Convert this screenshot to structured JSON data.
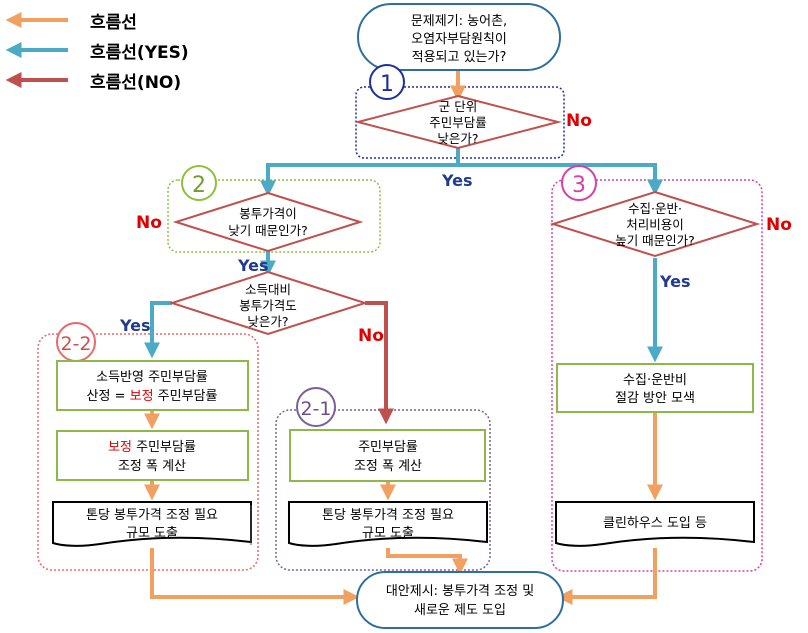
{
  "legend": {
    "flow": "흐름선",
    "flow_yes": "흐름선(YES)",
    "flow_no": "흐름선(NO)"
  },
  "colors": {
    "flow": "#f0a060",
    "yes": "#4baac6",
    "no": "#c0504d",
    "box_border": "#8db94b",
    "start_border": "#2e6f9e",
    "label_yes": "#1f3a8f",
    "label_no": "#e00000",
    "group1": "#1d2f9e",
    "group2": "#8fbf3c",
    "group3": "#d63fa8",
    "group2_2": "#e86a6a",
    "group2_1": "#7a5fa0"
  },
  "start": {
    "lines": [
      "문제제기: 농어촌,",
      "오염자부담원칙이",
      "적용되고 있는가?"
    ]
  },
  "group1": {
    "num": "1"
  },
  "decision1": {
    "lines": [
      "군 단위",
      "주민부담률",
      "낮은가?"
    ]
  },
  "group2": {
    "num": "2"
  },
  "decision2": {
    "lines": [
      "봉투가격이",
      "낮기 때문인가?"
    ]
  },
  "decision2b": {
    "lines": [
      "소득대비",
      "봉투가격도",
      "낮은가?"
    ]
  },
  "group2_2": {
    "num": "2-2",
    "box1": {
      "line1": "소득반영 주민부담률",
      "line2_pre": "산정 = ",
      "line2_red": "보정",
      "line2_post": " 주민부담률"
    },
    "box2": {
      "line1_red": "보정",
      "line1_post": " 주민부담률",
      "line2": "조정 폭 계산"
    },
    "doc": {
      "lines": [
        "톤당 봉투가격 조정 필요",
        "규모 도출"
      ]
    }
  },
  "group2_1": {
    "num": "2-1",
    "box1": {
      "lines": [
        "주민부담률",
        "조정 폭 계산"
      ]
    },
    "doc": {
      "lines": [
        "톤당 봉투가격 조정 필요",
        "규모 도출"
      ]
    }
  },
  "group3": {
    "num": "3",
    "decision": {
      "lines": [
        "수집·운반·",
        "처리비용이",
        "높기 때문인가?"
      ]
    },
    "box1": {
      "lines": [
        "수집·운반비",
        "절감 방안 모색"
      ]
    },
    "doc": {
      "lines": [
        "클린하우스 도입 등"
      ]
    }
  },
  "end": {
    "lines": [
      "대안제시: 봉투가격 조정 및",
      "새로운 제도 도입"
    ]
  },
  "labels": {
    "no1": "No",
    "yes1": "Yes",
    "no2": "No",
    "yes2": "Yes",
    "yes22": "Yes",
    "no21": "No",
    "no3": "No",
    "yes3": "Yes"
  }
}
